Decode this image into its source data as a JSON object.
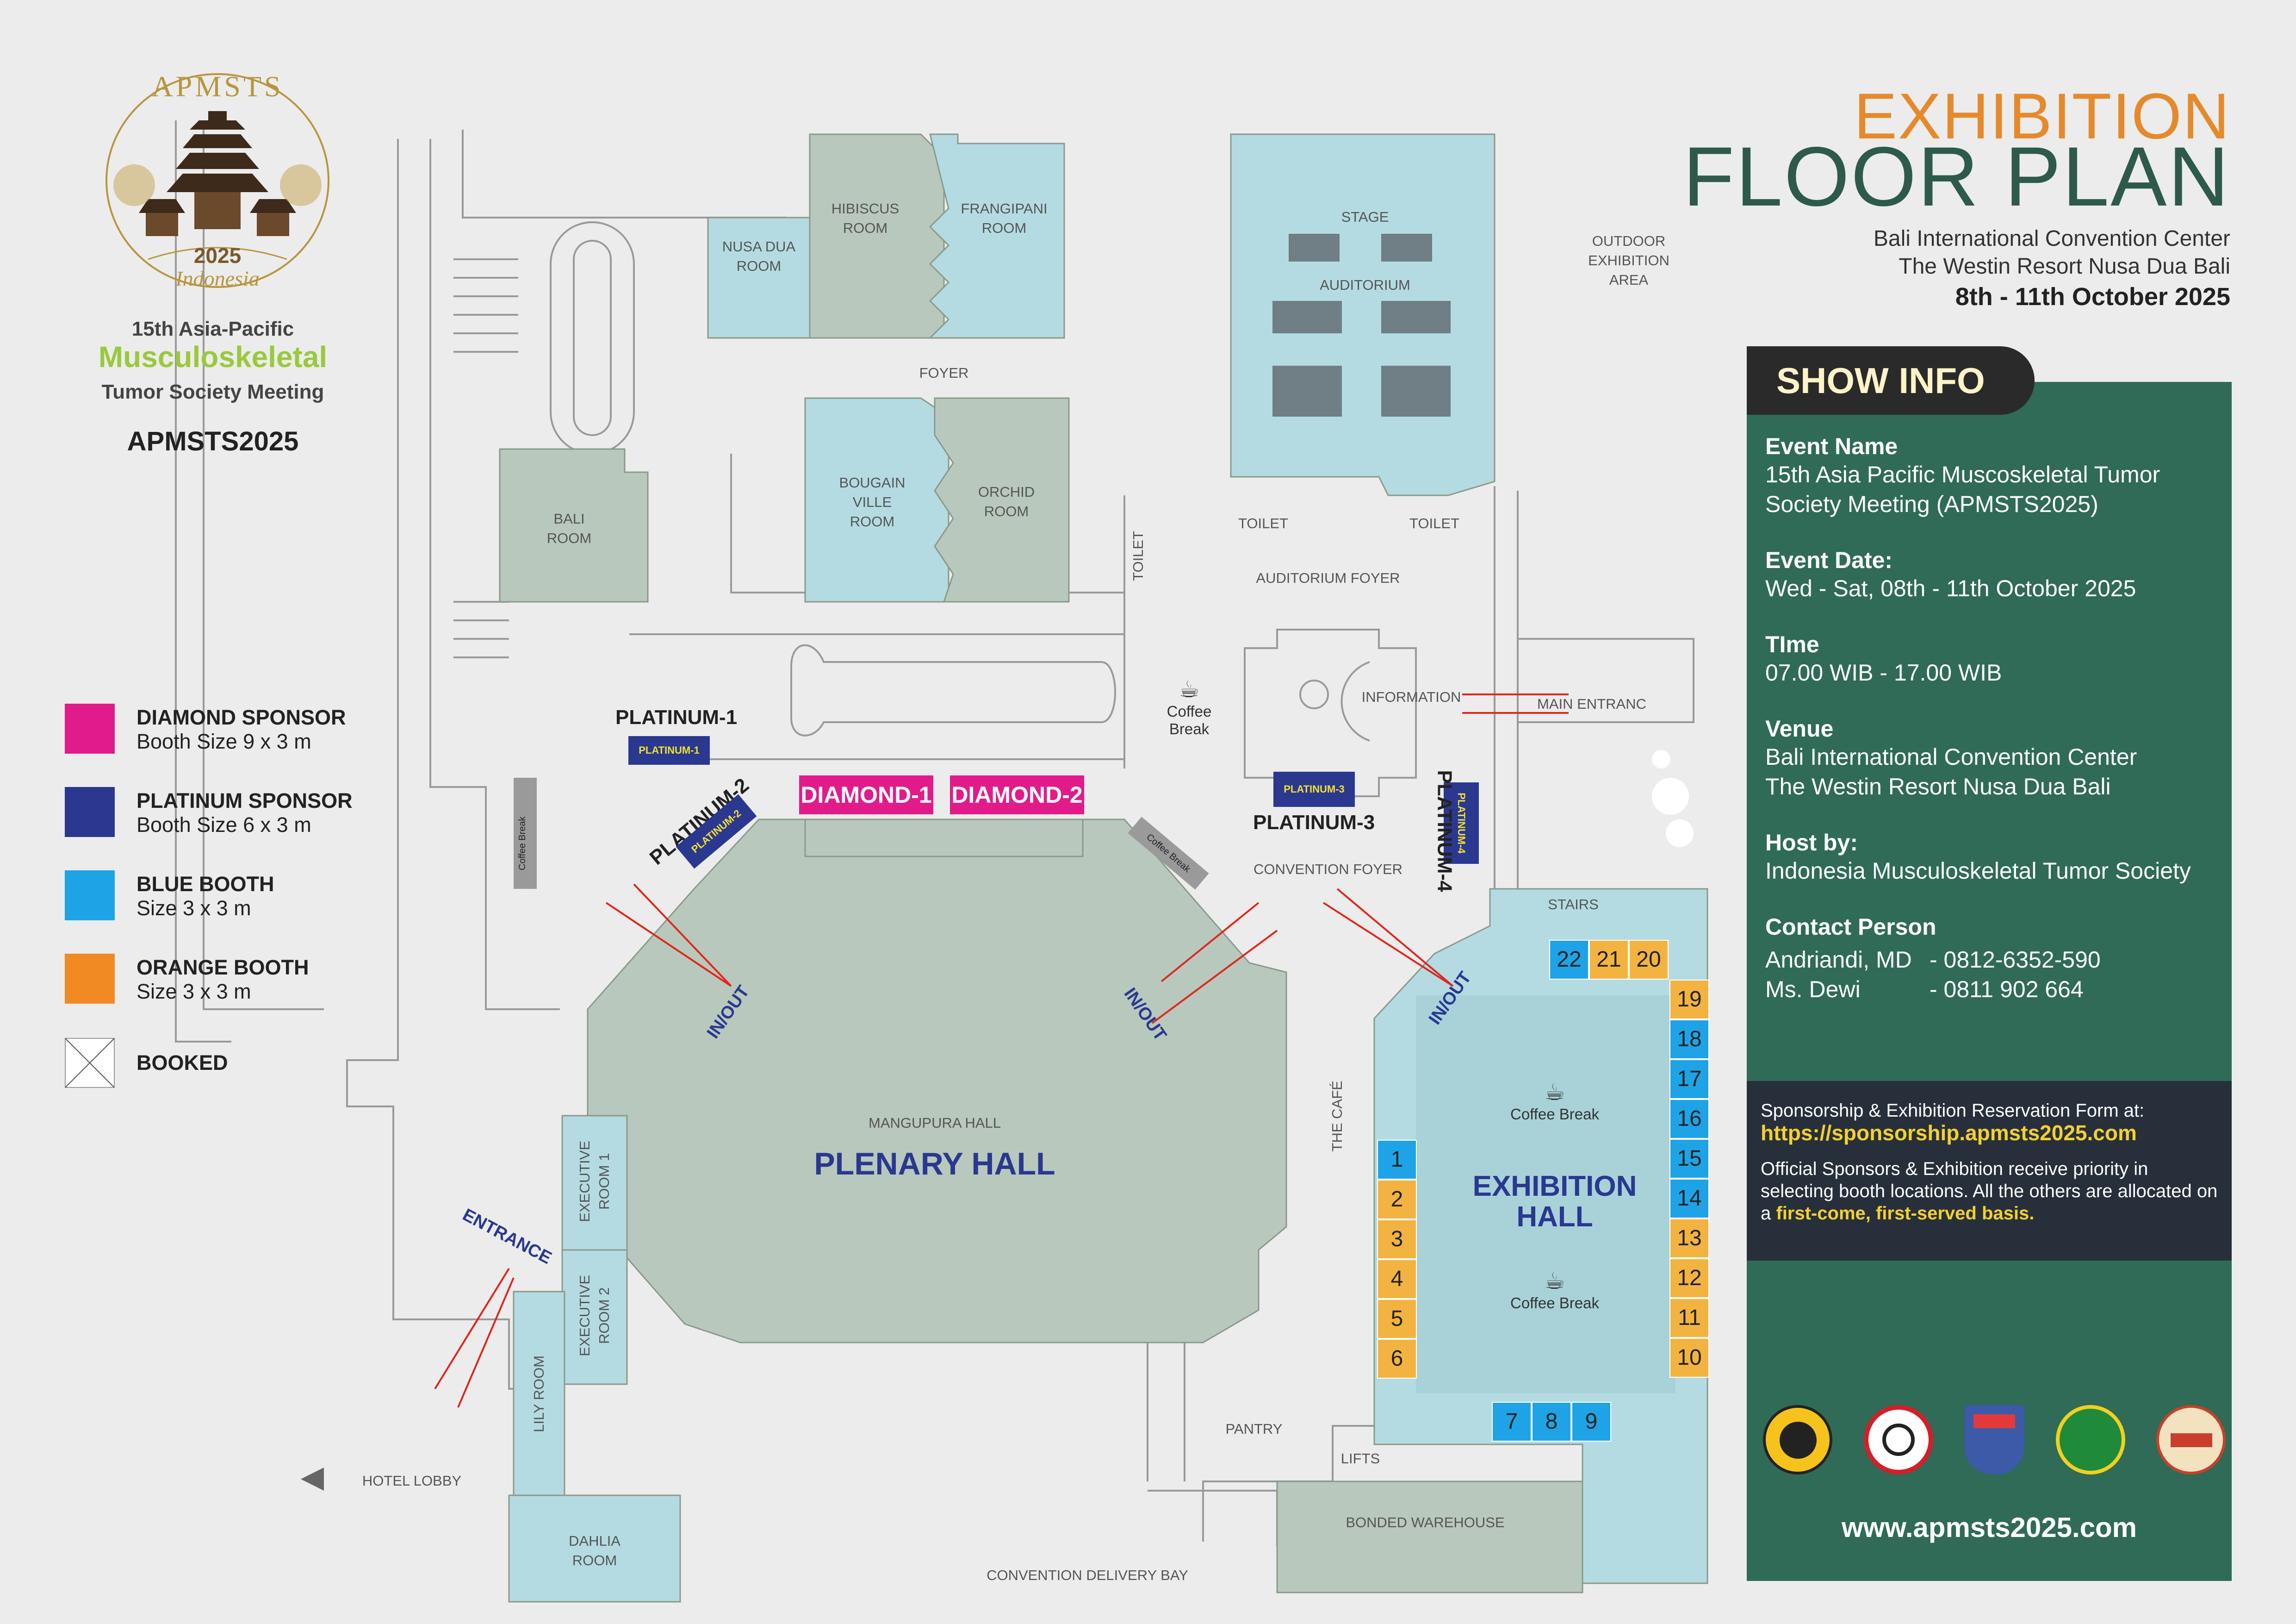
{
  "header": {
    "title_line1": "EXHIBITION",
    "title_line2": "FLOOR PLAN",
    "venue_line1": "Bali International Convention Center",
    "venue_line2": "The Westin Resort Nusa Dua Bali",
    "dates": "8th - 11th October 2025"
  },
  "logo": {
    "arc_text": "APMSTS",
    "year": "2025",
    "country": "Indonesia",
    "line1": "15th Asia-Pacific",
    "line2": "Musculoskeletal",
    "line3": "Tumor Society Meeting",
    "code": "APMSTS2025"
  },
  "legend": [
    {
      "name": "DIAMOND SPONSOR",
      "size": "Booth Size 9 x 3 m",
      "color": "#e21b8a"
    },
    {
      "name": "PLATINUM SPONSOR",
      "size": "Booth Size 6 x 3 m",
      "color": "#2a3890"
    },
    {
      "name": "BLUE BOOTH",
      "size": "Size 3 x 3 m",
      "color": "#1ea3e6"
    },
    {
      "name": "ORANGE BOOTH",
      "size": "Size 3 x 3 m",
      "color": "#f18a22"
    },
    {
      "name": "BOOKED",
      "size": "",
      "color": "#ffffff"
    }
  ],
  "rooms": {
    "hibiscus": "HIBISCUS\nROOM",
    "frangipani": "FRANGIPANI\nROOM",
    "nusa_dua": "NUSA DUA\nROOM",
    "foyer": "FOYER",
    "bougainville": "BOUGAIN\nVILLE\nROOM",
    "orchid": "ORCHID\nROOM",
    "bali": "BALI\nROOM",
    "stage": "STAGE",
    "auditorium": "AUDITORIUM",
    "toilet_left": "TOILET",
    "toilet_right": "TOILET",
    "toilet_vertical": "TOILET",
    "auditorium_foyer": "AUDITORIUM FOYER",
    "outdoor": "OUTDOOR\nEXHIBITION\nAREA",
    "information": "INFORMATION",
    "main_entrance": "MAIN ENTRANC",
    "convention_foyer": "CONVENTION FOYER",
    "stairs": "STAIRS",
    "the_cafe": "THE CAFÉ",
    "mangupura": "MANGUPURA HALL",
    "plenary": "PLENARY HALL",
    "exhibition_hall": "EXHIBITION\nHALL",
    "exec1": "EXECUTIVE\nROOM 1",
    "exec2": "EXECUTIVE\nROOM 2",
    "lily": "LILY ROOM",
    "dahlia": "DAHLIA\nROOM",
    "hotel_lobby": "HOTEL LOBBY",
    "entrance": "ENTRANCE",
    "pantry": "PANTRY",
    "lifts": "LIFTS",
    "bonded": "BONDED WAREHOUSE",
    "delivery": "CONVENTION DELIVERY BAY",
    "coffee_break": "Coffee Break"
  },
  "sponsors": {
    "diamond1": "DIAMOND-1",
    "diamond2": "DIAMOND-2",
    "platinum1": "PLATINUM-1",
    "platinum2": "PLATINUM-2",
    "platinum3": "PLATINUM-3",
    "platinum4": "PLATINUM-4",
    "in_out": "IN/OUT"
  },
  "booths": {
    "top": [
      "22",
      "21",
      "20"
    ],
    "right": [
      "19",
      "18",
      "17",
      "16",
      "15",
      "14",
      "13",
      "12",
      "11",
      "10"
    ],
    "left": [
      "1",
      "2",
      "3",
      "4",
      "5",
      "6"
    ],
    "bottom": [
      "7",
      "8",
      "9"
    ]
  },
  "show_info": {
    "heading": "SHOW INFO",
    "event_name_label": "Event Name",
    "event_name_value": "15th Asia Pacific Muscoskeletal Tumor\nSociety Meeting (APMSTS2025)",
    "event_date_label": "Event Date:",
    "event_date_value": "Wed - Sat, 08th - 11th October 2025",
    "time_label": "TIme",
    "time_value": "07.00 WIB - 17.00 WIB",
    "venue_label": "Venue",
    "venue_value": "Bali International Convention Center\nThe Westin Resort Nusa Dua Bali",
    "host_label": "Host by:",
    "host_value": "Indonesia Musculoskeletal Tumor Society",
    "contact_label": "Contact Person",
    "contacts": [
      {
        "name": "Andriandi, MD",
        "phone": "- 0812-6352-590"
      },
      {
        "name": "Ms. Dewi",
        "phone": "- 0811 902 664"
      }
    ],
    "reserve_intro": "Sponsorship & Exhibition Reservation Form at:",
    "reserve_url": "https://sponsorship.apmsts2025.com",
    "priority_text": "Official Sponsors & Exhibition receive priority in selecting booth locations. All the others are allocated on a",
    "priority_highlight": "first-come, first-served basis.",
    "website": "www.apmsts2025.com",
    "partner_logos": [
      "apmsts-seal",
      "idi-logo",
      "shield-logo",
      "green-seal-logo",
      "inamsos-logo"
    ]
  }
}
